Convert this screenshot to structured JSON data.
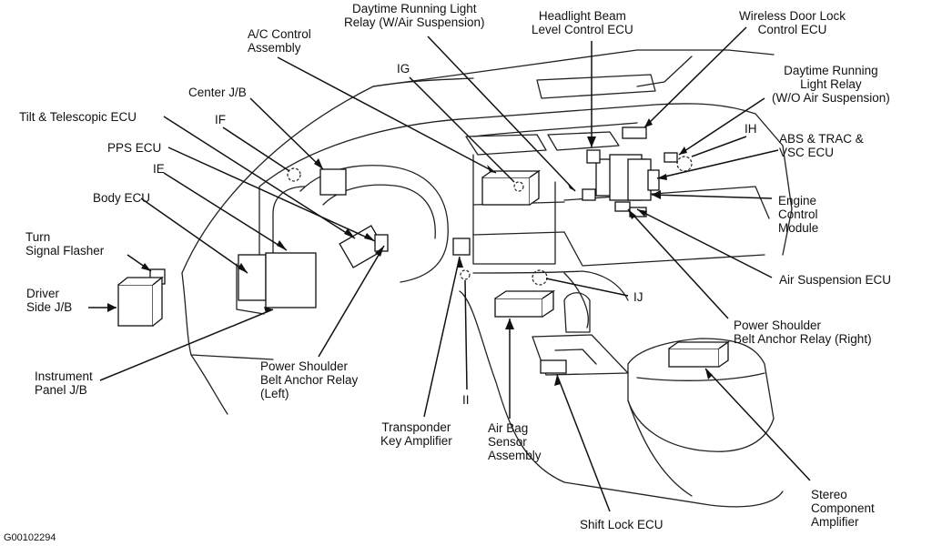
{
  "labels": {
    "ac_control": "A/C Control\nAssembly",
    "drl_air": "Daytime Running Light\nRelay (W/Air Suspension)",
    "headlight_beam": "Headlight Beam\nLevel Control ECU",
    "wireless_lock": "Wireless Door Lock\nControl ECU",
    "drl_no_air": "Daytime Running\nLight Relay\n(W/O Air Suspension)",
    "ih": "IH",
    "abs_trac": "ABS & TRAC &\nVSC ECU",
    "ig": "IG",
    "center_jb": "Center J/B",
    "if": "IF",
    "tilt_ecu": "Tilt & Telescopic ECU",
    "pps_ecu": "PPS ECU",
    "ie": "IE",
    "body_ecu": "Body ECU",
    "turn_flasher": "Turn\nSignal Flasher",
    "driver_jb": "Driver\nSide J/B",
    "instrument_jb": "Instrument\nPanel J/B",
    "psb_left": "Power Shoulder\nBelt Anchor Relay\n(Left)",
    "transponder": "Transponder\nKey Amplifier",
    "ii": "II",
    "airbag": "Air Bag\nSensor\nAssembly",
    "shift_lock": "Shift Lock ECU",
    "stereo": "Stereo\nComponent\nAmplifier",
    "engine_ecu": "Engine\nControl\nModule",
    "air_susp": "Air Suspension ECU",
    "ij": "IJ",
    "psb_right": "Power Shoulder\nBelt Anchor Relay (Right)"
  },
  "figure_id": "G00102294"
}
